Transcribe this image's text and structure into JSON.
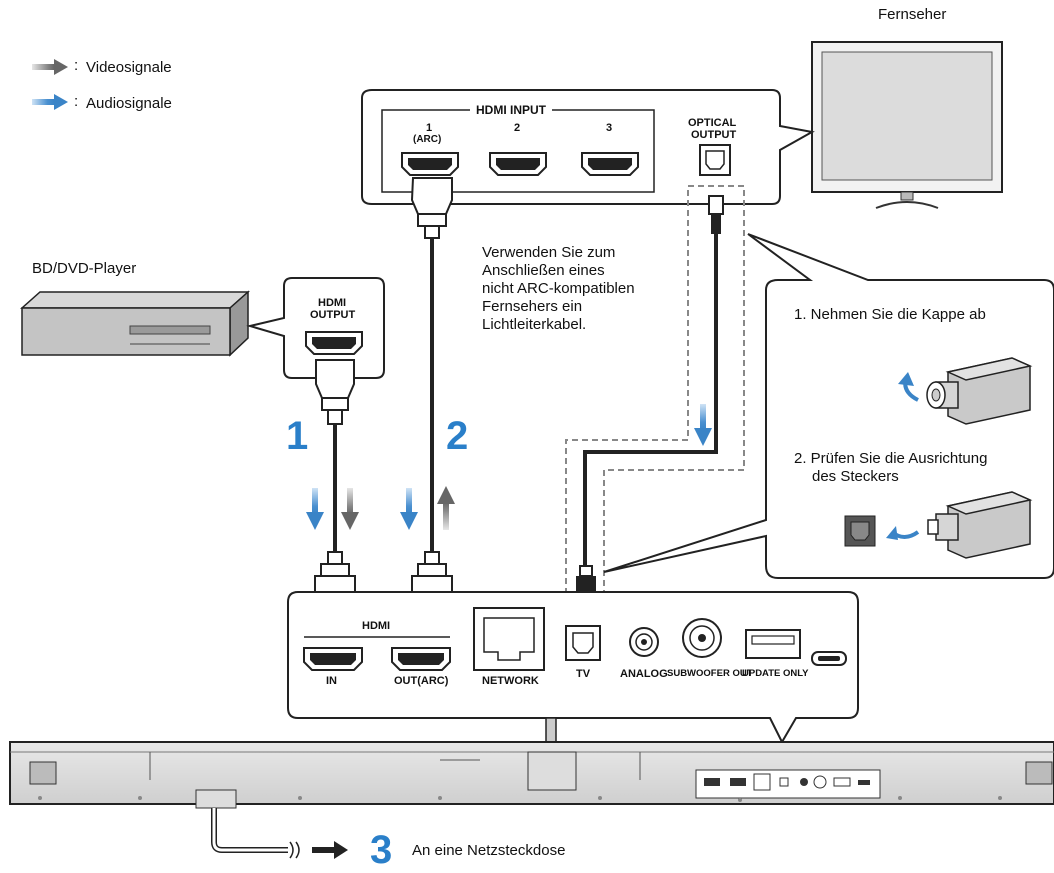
{
  "legend": {
    "video": "Videosignale",
    "audio": "Audiosignale",
    "colon": ":"
  },
  "tv": {
    "label": "Fernseher"
  },
  "tv_panel": {
    "hdmi_input": "HDMI INPUT",
    "port1": "1",
    "port1_sub": "(ARC)",
    "port2": "2",
    "port3": "3",
    "optical_line1": "OPTICAL",
    "optical_line2": "OUTPUT"
  },
  "player": {
    "label": "BD/DVD-Player",
    "hdmi_line1": "HDMI",
    "hdmi_line2": "OUTPUT"
  },
  "note": {
    "line1": "Verwenden Sie zum",
    "line2": "Anschließen eines",
    "line3": "nicht ARC-kompatiblen",
    "line4": "Fernsehers ein",
    "line5": "Lichtleiterkabel."
  },
  "steps": {
    "step1": "1",
    "step2": "2",
    "step3": "3",
    "power": "An eine Netzsteckdose"
  },
  "optical_tips": {
    "tip1": "1. Nehmen Sie die Kappe ab",
    "tip2_line1": "2. Prüfen Sie die Ausrichtung",
    "tip2_line2": "des Steckers"
  },
  "soundbar_panel": {
    "hdmi": "HDMI",
    "in": "IN",
    "out_arc": "OUT(ARC)",
    "network": "NETWORK",
    "tv": "TV",
    "analog": "ANALOG",
    "subwoofer": "SUBWOOFER OUT",
    "update": "UPDATE ONLY"
  },
  "colors": {
    "video_arrow": "#7a7a7a",
    "audio_arrow": "#3a84c7",
    "step_number": "#2a7fc9"
  }
}
